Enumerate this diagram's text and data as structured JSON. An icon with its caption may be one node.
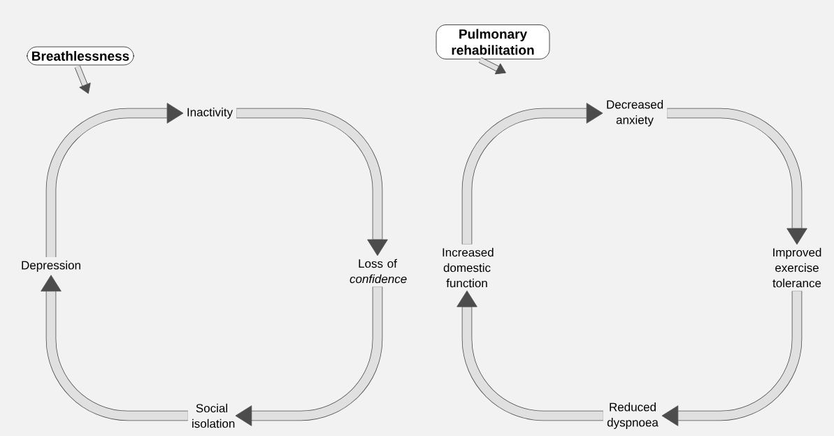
{
  "diagram": {
    "nodes": [
      {
        "text": [
          "Breathlessness"
        ]
      },
      {
        "text": [
          "Inactivity"
        ]
      },
      {
        "text": [
          "Loss of *confidence*"
        ]
      },
      {
        "text": [
          "Social isolation"
        ]
      },
      {
        "text": [
          "Depression"
        ]
      },
      {
        "text": [
          "Pulmonary rehabilitation"
        ]
      },
      {
        "text": [
          "Decreased anxiety"
        ]
      },
      {
        "text": [
          "Improved exercise tolerance"
        ]
      },
      {
        "text": [
          "Reduced dyspnoea"
        ]
      },
      {
        "text": [
          "Increased domestic function"
        ]
      }
    ],
    "edges": [
      {
        "from": 0,
        "to": null,
        "arrow": "to"
      },
      {
        "from": 1,
        "to": 2,
        "arrow": "to"
      },
      {
        "from": 2,
        "to": 3,
        "arrow": "to"
      },
      {
        "from": 3,
        "to": 4,
        "arrow": "to"
      },
      {
        "from": 4,
        "to": 1,
        "arrow": "to"
      },
      {
        "from": 5,
        "to": null,
        "arrow": "to"
      },
      {
        "from": 6,
        "to": 7,
        "arrow": "to"
      },
      {
        "from": 7,
        "to": 8,
        "arrow": "to"
      },
      {
        "from": 8,
        "to": 9,
        "arrow": "to"
      },
      {
        "from": 9,
        "to": 6,
        "arrow": "to"
      }
    ]
  }
}
